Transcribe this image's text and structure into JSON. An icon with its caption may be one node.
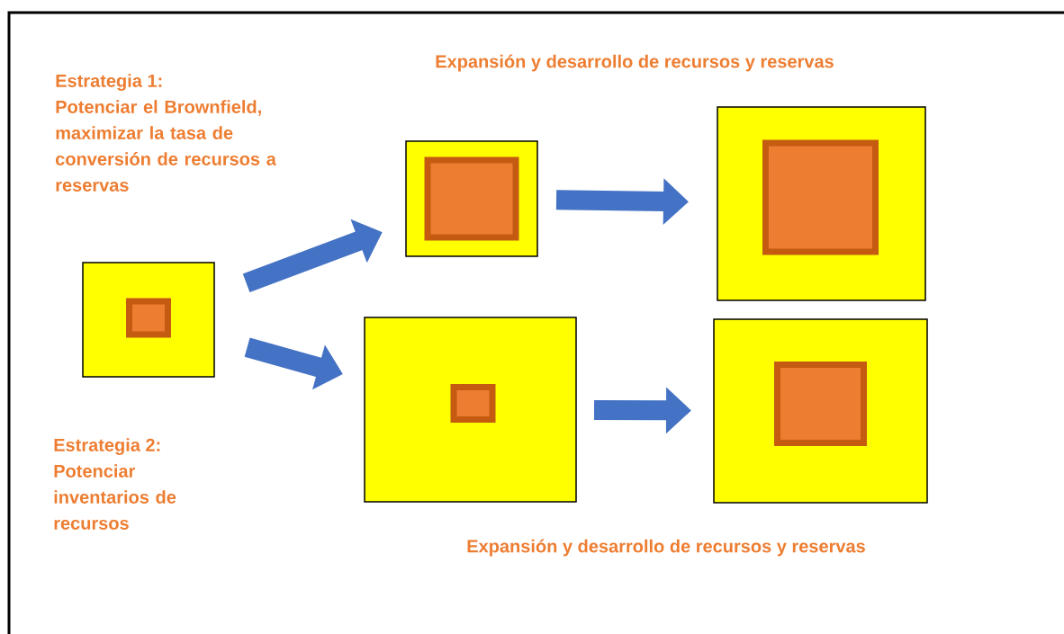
{
  "diagram": {
    "nodes": [
      {
        "text": [],
        "shape": "box"
      },
      {
        "text": [],
        "shape": "box",
        "in": 0
      },
      {
        "text": [],
        "shape": "box"
      },
      {
        "text": [],
        "shape": "box",
        "in": 2
      },
      {
        "text": [],
        "shape": "box"
      },
      {
        "text": [],
        "shape": "box",
        "in": 4
      },
      {
        "text": [],
        "shape": "box"
      },
      {
        "text": [],
        "shape": "box",
        "in": 6
      },
      {
        "text": [],
        "shape": "box"
      },
      {
        "text": [],
        "shape": "box",
        "in": 8
      }
    ],
    "edges": [
      {
        "from": 0,
        "to": 2,
        "arrow": "to"
      },
      {
        "from": 0,
        "to": 6,
        "arrow": "to"
      },
      {
        "from": 2,
        "to": 4,
        "arrow": "to"
      },
      {
        "from": 6,
        "to": 8,
        "arrow": "to"
      }
    ],
    "labels": [
      "Expansión y desarrollo de recursos y reservas",
      "Estrategia 1:",
      "Potenciar el Brownfield, maximizar la tasa de conversión de recursos a reservas",
      "Estrategia 2:",
      "Potenciar inventarios de recursos",
      "Expansión y desarrollo de recursos y reservas"
    ]
  }
}
